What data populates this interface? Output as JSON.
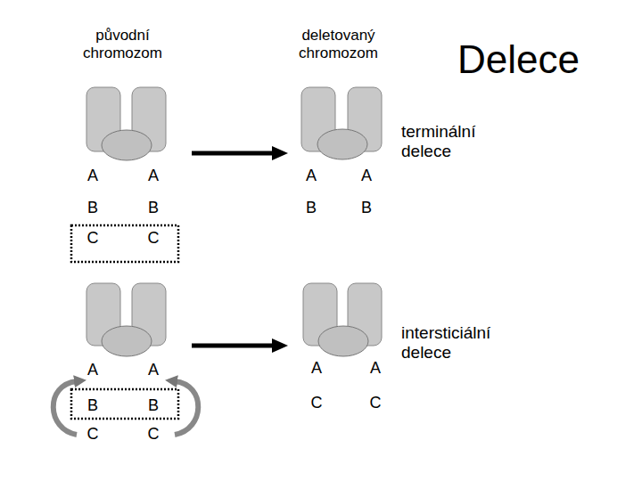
{
  "diagram": {
    "title": "Delece",
    "nodes": [
      {
        "text": [
          "A",
          "A",
          "B",
          "B",
          "C",
          "C"
        ]
      },
      {
        "text": [
          "A",
          "A",
          "B",
          "B"
        ]
      },
      {
        "text": [
          "A",
          "A",
          "B",
          "B",
          "C",
          "C"
        ]
      },
      {
        "text": [
          "A",
          "A",
          "C",
          "C"
        ]
      }
    ],
    "edges": [
      {
        "from": 0,
        "to": 1,
        "arrow": "to"
      },
      {
        "from": 2,
        "to": 3,
        "arrow": "to"
      }
    ],
    "labels": [
      "původní chromozom",
      "deletovaný chromozom",
      "terminální delece",
      "intersticiální delece"
    ]
  }
}
